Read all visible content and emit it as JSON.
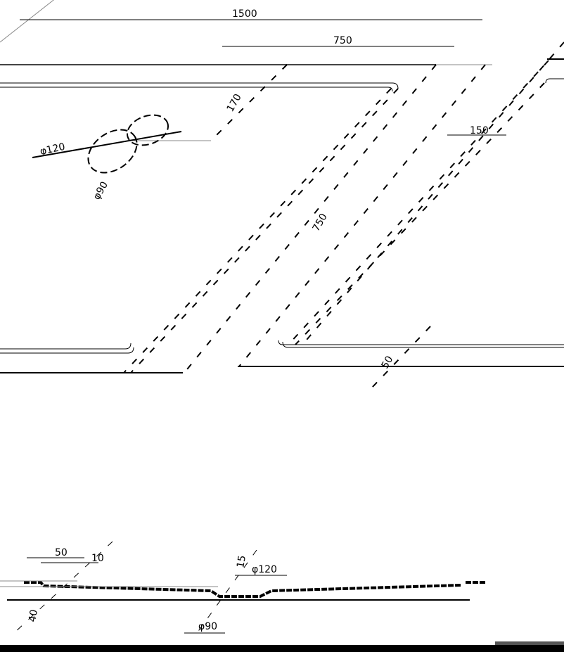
{
  "drawing": {
    "plan_view": {
      "overall_length": "1500",
      "half_length": "750",
      "drain_offset": "170",
      "drain_outer_diameter": "φ120",
      "drain_inner_diameter": "φ90",
      "rim_width": "150",
      "width": "750",
      "bottom_rim": "50"
    },
    "section_view": {
      "rim_top": "50",
      "rim_step": "10",
      "depth": "40",
      "drain_step": "15",
      "drain_outer_diameter": "φ120",
      "drain_inner_diameter": "φ90"
    }
  }
}
